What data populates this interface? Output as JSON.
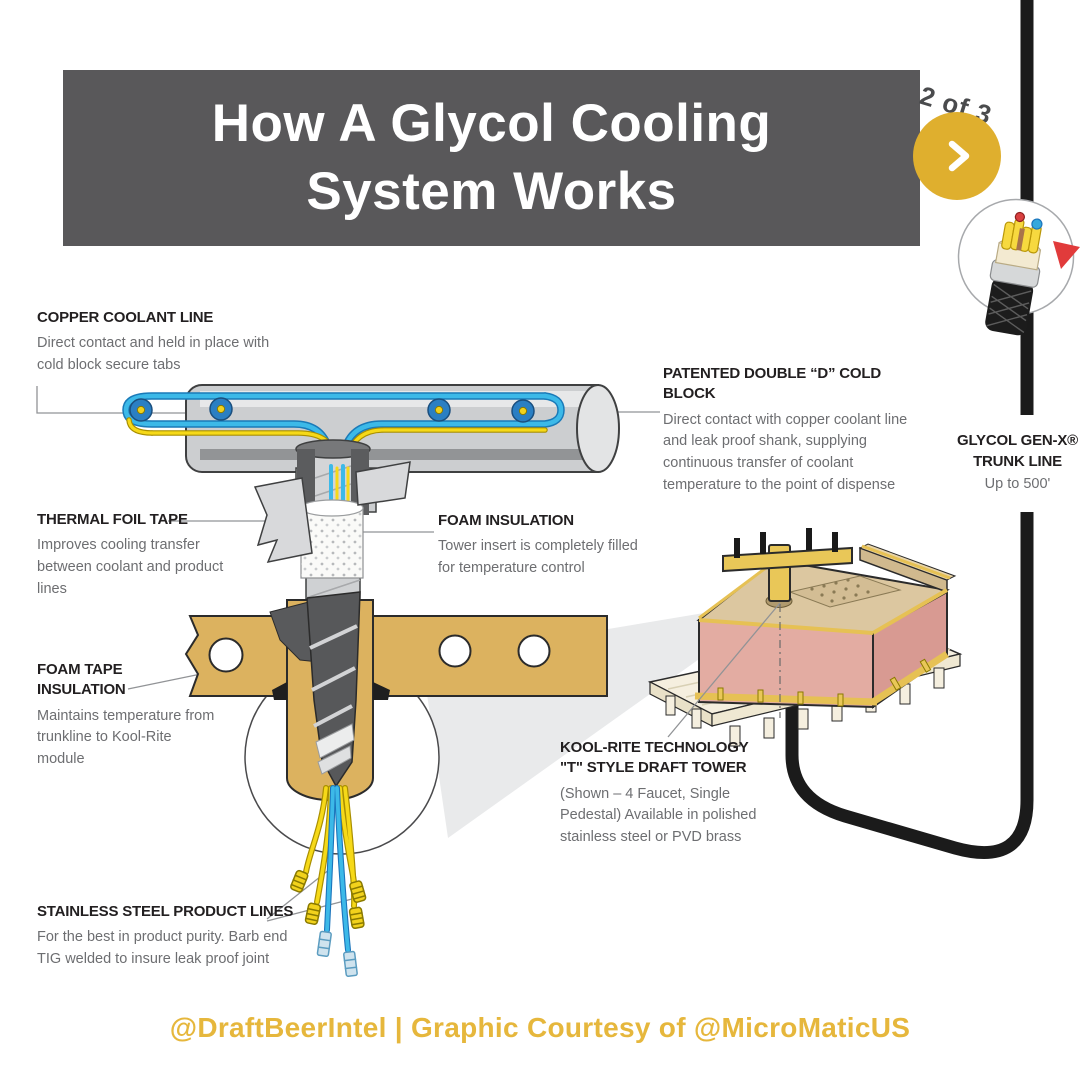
{
  "header": {
    "title_line1": "How A Glycol Cooling",
    "title_line2": "System Works",
    "page_indicator": "2 of 3"
  },
  "colors": {
    "banner_gray": "#59585a",
    "accent_yellow": "#dfaf2e",
    "footer_gold": "#e6b73c",
    "trunk_black": "#1b1b1b",
    "coolant_blue": "#29abe2",
    "product_line_yellow": "#f2d21c",
    "bracket_tan": "#dcb25f",
    "module_pink": "#e3aca2",
    "pointer_red": "#e13b3b"
  },
  "callouts": {
    "copper_coolant": {
      "heading": "COPPER COOLANT LINE",
      "body": "Direct contact and held in place with cold block secure tabs"
    },
    "cold_block": {
      "heading": "PATENTED DOUBLE “D” COLD BLOCK",
      "body": "Direct contact with copper coolant line and leak proof shank, supplying continuous transfer of coolant temperature to the point of dispense"
    },
    "thermal_foil": {
      "heading": "THERMAL FOIL TAPE",
      "body": "Improves cooling transfer between coolant and product lines"
    },
    "foam_insulation": {
      "heading": "FOAM INSULATION",
      "body": "Tower insert is completely filled for temperature control"
    },
    "foam_tape": {
      "heading": "FOAM TAPE INSULATION",
      "body": "Maintains temperature from trunkline to Kool-Rite module"
    },
    "trunk_line": {
      "heading_line1": "GLYCOL GEN-X®",
      "heading_line2": "TRUNK LINE",
      "body": "Up to 500'"
    },
    "kool_rite": {
      "heading_line1": "KOOL-RITE TECHNOLOGY",
      "heading_line2": "\"T\" STYLE DRAFT TOWER",
      "body": "(Shown – 4 Faucet, Single Pedestal) Available in polished stainless steel or PVD brass"
    },
    "product_lines": {
      "heading": "STAINLESS STEEL PRODUCT LINES",
      "body": "For the best in product purity. Barb end TIG welded to insure leak proof joint"
    }
  },
  "footer": {
    "credit": "@DraftBeerIntel | Graphic Courtesy of @MicroMaticUS"
  }
}
